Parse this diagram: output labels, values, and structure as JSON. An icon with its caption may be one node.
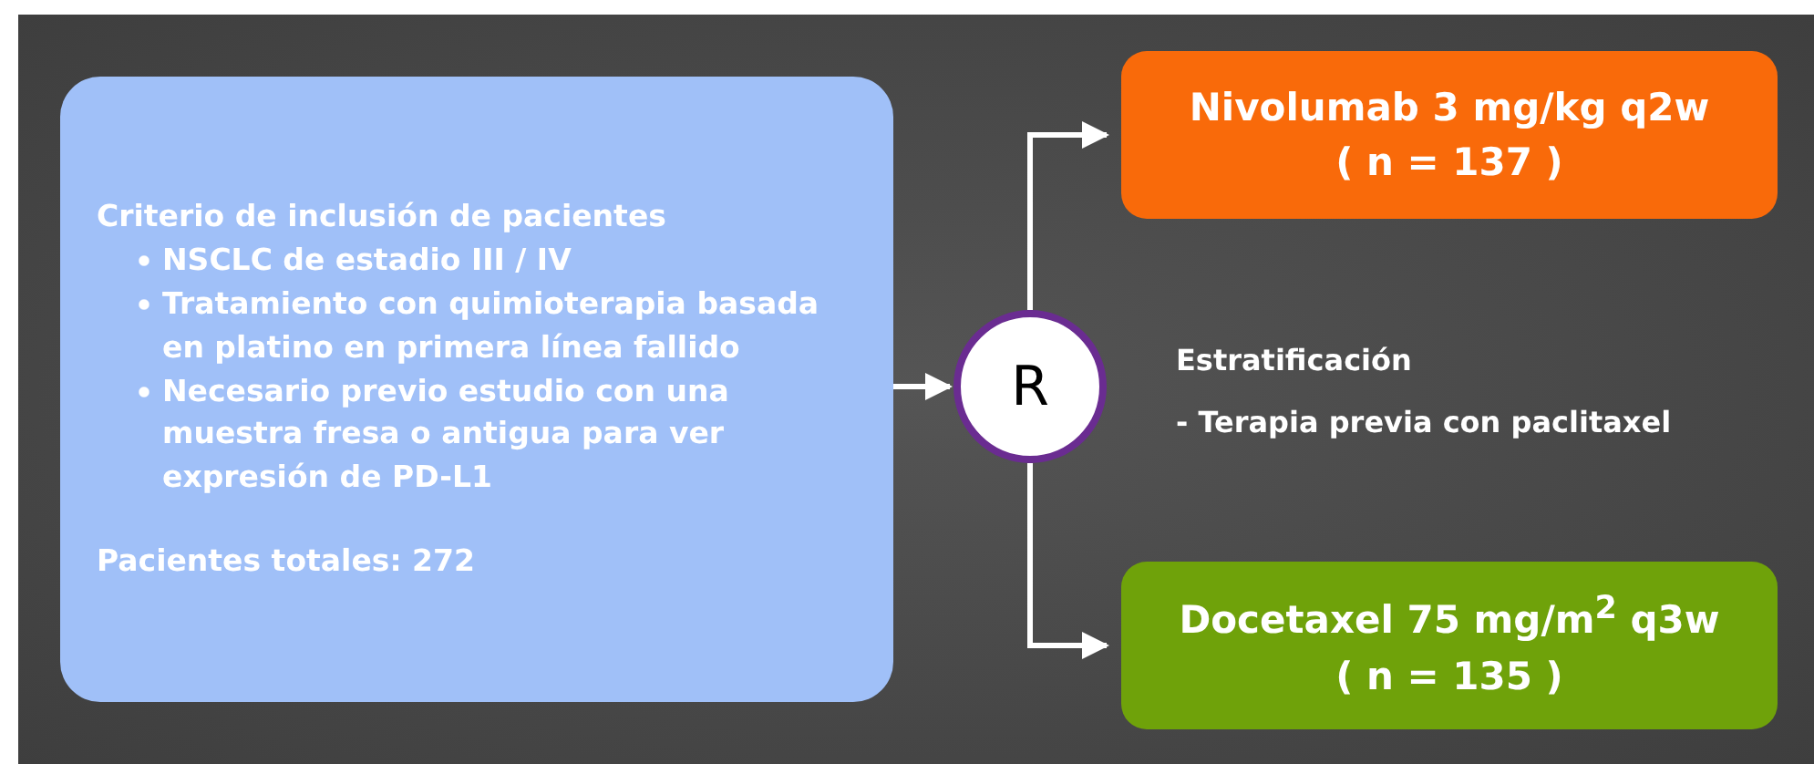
{
  "diagram": {
    "nodes": [
      {
        "text": [
          "Criterio de inclusión de pacientes",
          "NSCLC de estadio III / IV",
          "Tratamiento con quimioterapia basada en platino en primera línea fallido",
          "Necesario previo estudio con una muestra fresa o antigua para ver expresión de PD-L1",
          "Pacientes totales: 272"
        ]
      },
      {
        "text": [
          "R"
        ]
      },
      {
        "text": [
          "Nivolumab 3 mg/kg q2w",
          "( n = 137 )"
        ]
      },
      {
        "text": [
          "Docetaxel 75 mg/m$^{2}$ q3w",
          "( n = 135 )"
        ]
      }
    ],
    "edges": [
      {
        "from": 0,
        "to": 1,
        "arrow": "to"
      },
      {
        "from": 1,
        "to": 2,
        "arrow": "to"
      },
      {
        "from": 1,
        "to": 3,
        "arrow": "to"
      }
    ],
    "labels": [
      "Estratificación",
      "- Terapia previa con paclitaxel"
    ]
  }
}
